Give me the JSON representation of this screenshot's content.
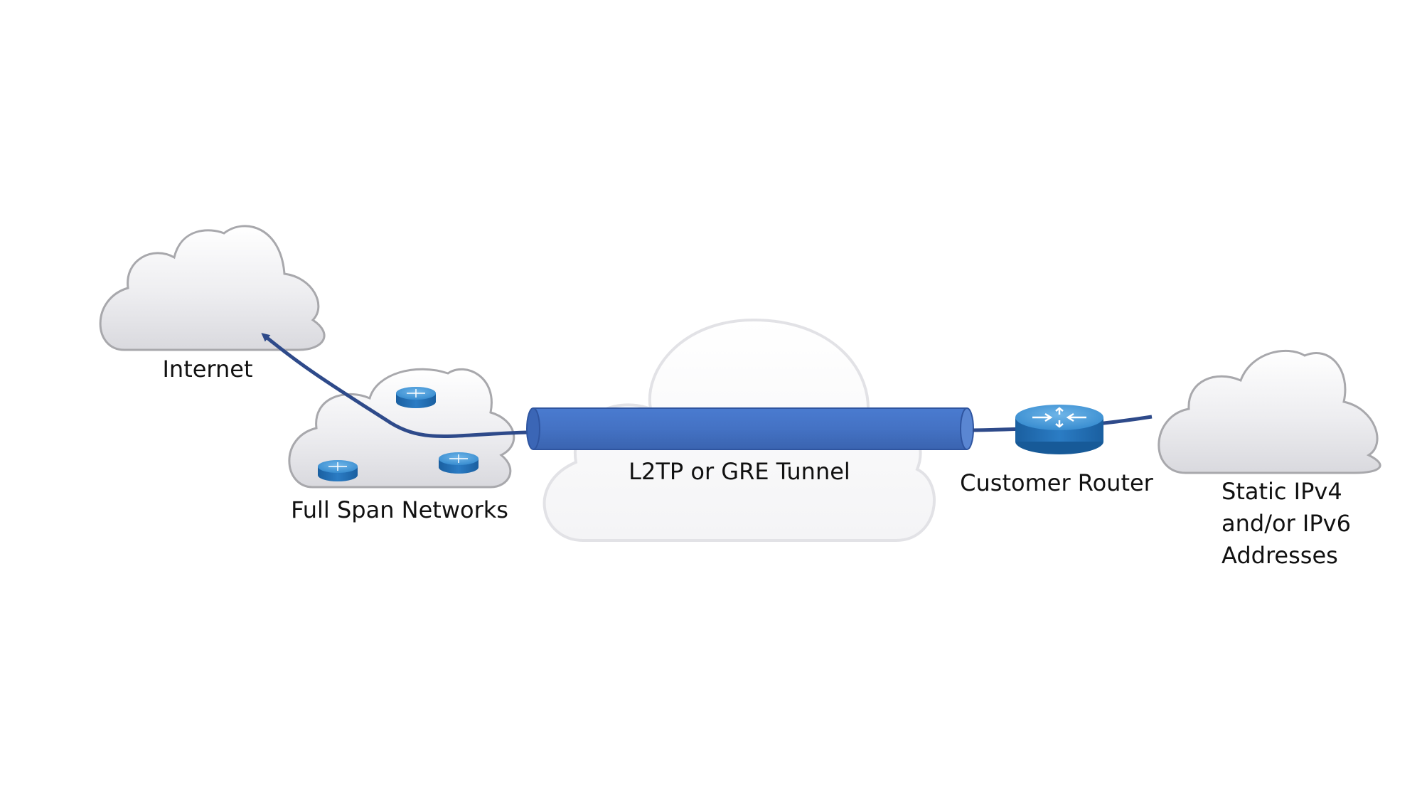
{
  "labels": {
    "internet": "Internet",
    "full_span": "Full Span Networks",
    "tunnel": "L2TP or GRE Tunnel",
    "customer_router": "Customer Router",
    "static_line1": "Static IPv4",
    "static_line2": "and/or IPv6",
    "static_line3": "Addresses"
  },
  "colors": {
    "tunnel_fill": "#4472C4",
    "tunnel_stroke": "#2F55A0",
    "link_line": "#2E4A8A",
    "cloud_stroke": "#A8A8A8",
    "router_top": "#3D94D6",
    "router_side": "#1B6BB0"
  }
}
